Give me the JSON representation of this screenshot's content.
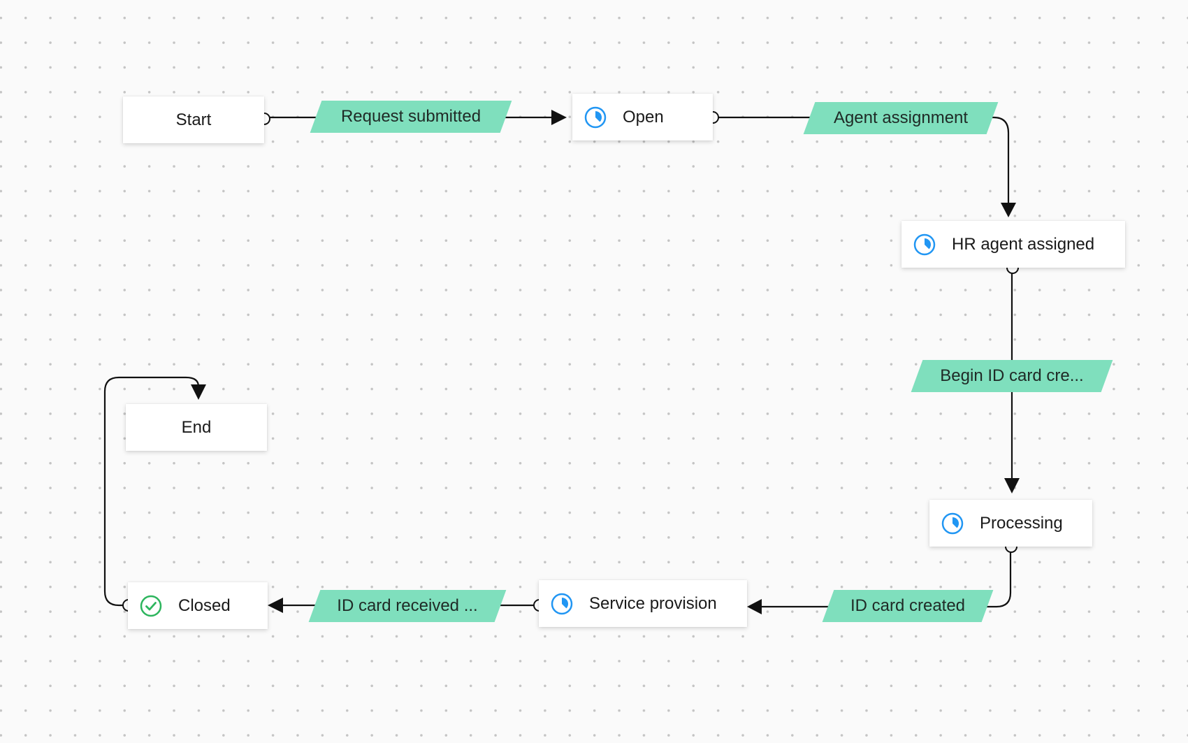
{
  "diagram": {
    "nodes": {
      "start": "Start",
      "open": "Open",
      "hr_agent_assigned": "HR agent assigned",
      "processing": "Processing",
      "service_provision": "Service provision",
      "closed": "Closed",
      "end": "End"
    },
    "transitions": {
      "request_submitted": "Request submitted",
      "agent_assignment": "Agent assignment",
      "begin_id_card_creation": "Begin ID card cre...",
      "id_card_created": "ID card created",
      "id_card_received": "ID card received ..."
    },
    "icons": {
      "in_progress": "clock-pie-icon",
      "done": "check-circle-icon"
    },
    "colors": {
      "transition_fill": "#7fdfbd",
      "progress_icon": "#2196f3",
      "done_icon": "#2db55d",
      "edge": "#111111"
    }
  }
}
